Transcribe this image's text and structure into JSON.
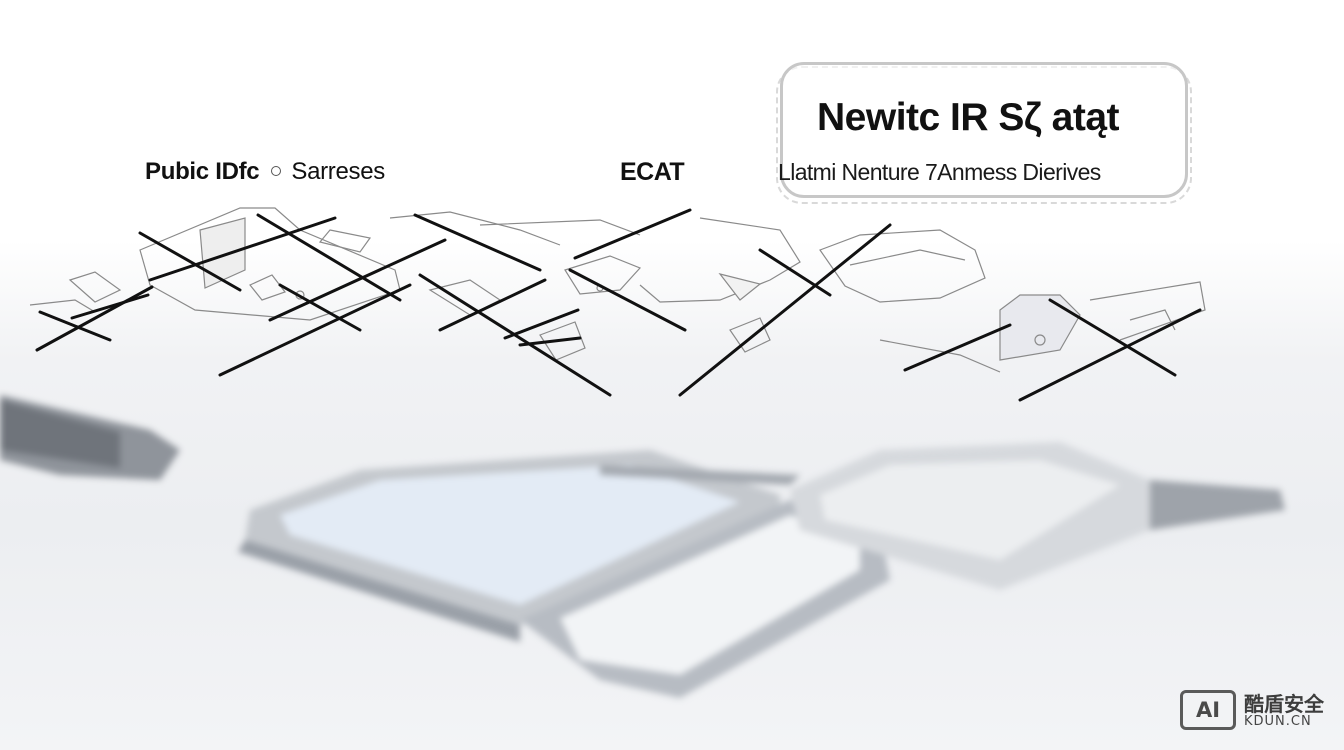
{
  "labels": {
    "left_word1": "Pubic IDfc",
    "left_word2": "Sarreses",
    "middle": "ECAT"
  },
  "callout": {
    "title": "Newitc IR Sζ atąt",
    "subtitle": "Llatmi Nenture 7Anmess Dierives"
  },
  "watermark": {
    "logo_text": "AI",
    "title": "酷盾安全",
    "url": "KDUN.CN"
  },
  "colors": {
    "line": "#111111",
    "sketch_detail": "#8a8a8a",
    "device_frame": "#bfc3c8",
    "device_screen": "#e6edf6"
  }
}
